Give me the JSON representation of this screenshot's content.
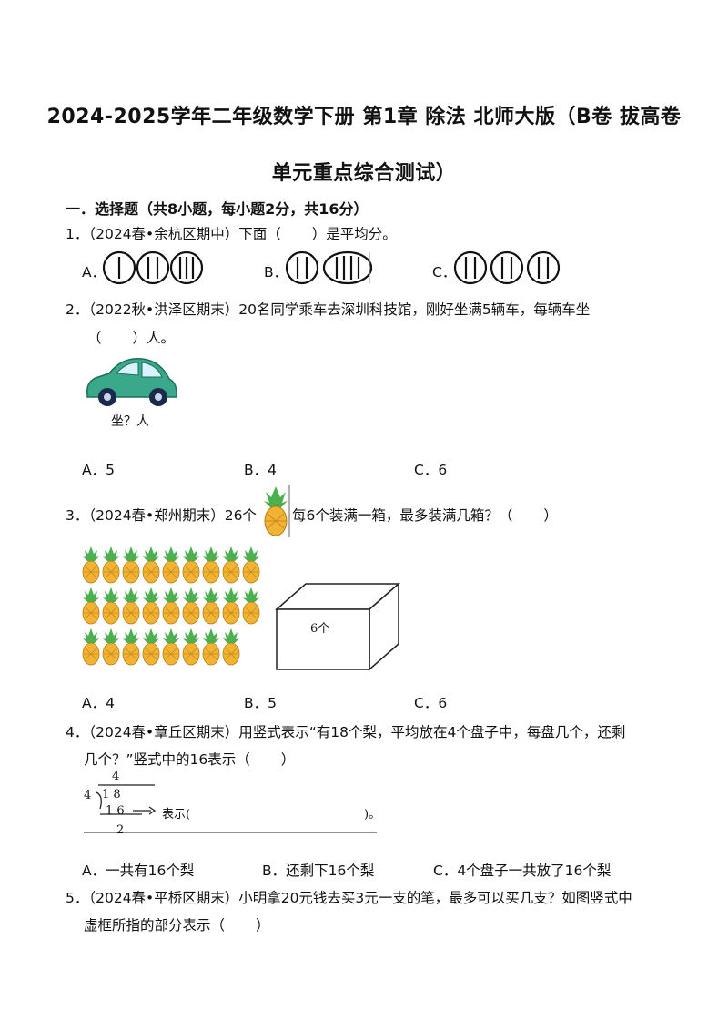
{
  "title": {
    "line1": "2024-2025学年二年级数学下册 第1章 除法 北师大版（B卷 拔高卷",
    "line2": "单元重点综合测试）"
  },
  "section": "一．选择题（共8小题，每小题2分，共16分）",
  "q1": {
    "text_a": "1．（2024春•余杭区期中）下面（",
    "text_b": "）是平均分。",
    "a": "A．",
    "b": "B．",
    "c": "C．"
  },
  "q2": {
    "line1": "2．（2022秋•洪泽区期末）20名同学乘车去深圳科技馆，刚好坐满5辆车，每辆车坐",
    "line2_a": "（",
    "line2_b": "）人。",
    "car_caption": "坐？人",
    "a": "A．5",
    "b": "B．4",
    "c": "C．6"
  },
  "q3": {
    "text_a": "3．（2024春•郑州期末）26个",
    "text_b": "每6个装满一箱，最多装满几箱？（",
    "text_c": "）",
    "box_label": "6个",
    "a": "A．4",
    "b": "B．5",
    "c": "C．6"
  },
  "q4": {
    "line1": "4．（2024春•章丘区期末）用竖式表示“有18个梨，平均放在4个盘子中，每盘几个，还剩",
    "line2_a": "几个？”竖式中的16表示（",
    "line2_b": "）",
    "quotient": "4",
    "divisor": "4",
    "dividend": "1 8",
    "product": "1 6",
    "remainder": "2",
    "arrow_label": "表示(",
    "arrow_end": ")。",
    "a": "A．一共有16个梨",
    "b": "B．还剩下16个梨",
    "c": "C．4个盘子一共放了16个梨"
  },
  "q5": {
    "line1": "5．（2024春•平桥区期末）小明拿20元钱去买3元一支的笔，最多可以买几支？如图竖式中",
    "line2_a": "虚框所指的部分表示（",
    "line2_b": "）"
  }
}
